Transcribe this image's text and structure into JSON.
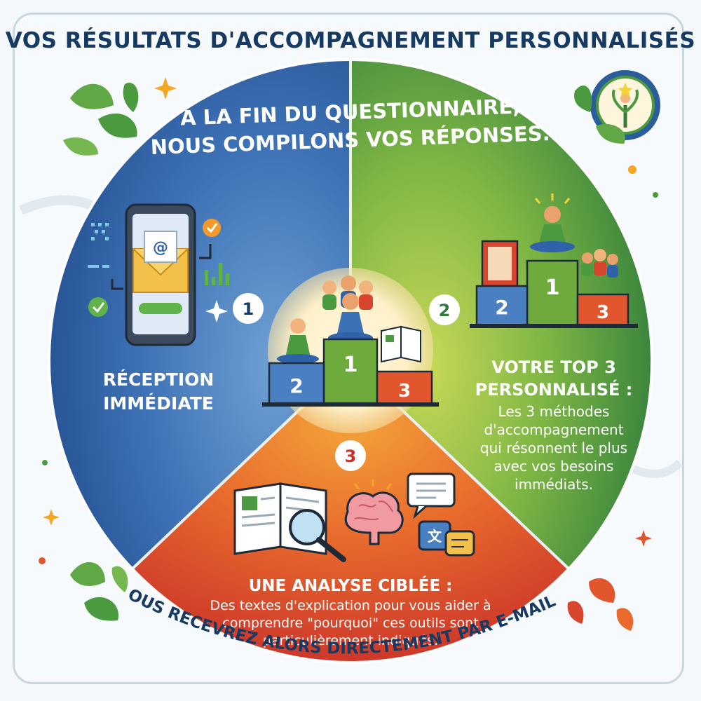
{
  "title": "VOS RÉSULTATS D'ACCOMPAGNEMENT PERSONNALISÉS",
  "intro": [
    "À LA FIN DU QUESTIONNAIRE,",
    "NOUS COMPILONS VOS RÉPONSES."
  ],
  "outro": "VOUS RECEVREZ ALORS DIRECTEMENT PAR E-MAIL :",
  "steps": [
    {
      "number": "1",
      "heading": [
        "RÉCEPTION",
        "IMMÉDIATE"
      ]
    },
    {
      "number": "2",
      "heading": [
        "VOTRE TOP 3",
        "PERSONNALISÉ :"
      ],
      "body": [
        "Les 3 méthodes",
        "d'accompagnement",
        "qui résonnent le plus",
        "avec vos besoins",
        "immédiats."
      ]
    },
    {
      "number": "3",
      "heading": [
        "UNE ANALYSE CIBLÉE :"
      ],
      "body": [
        "Des textes d'explication pour vous aider à",
        "comprendre \"pourquoi\" ces outils sont",
        "particulièrement indiqués."
      ]
    }
  ],
  "podium": {
    "first": "1",
    "second": "2",
    "third": "3"
  },
  "email_icon_symbol": "@",
  "translate_icon_symbol": "文",
  "colors": {
    "blue": "#2f62a8",
    "green": "#4c9a3f",
    "red": "#d8452e",
    "navy": "#173a63"
  },
  "icons": [
    "phone-email-icon",
    "podium-icon",
    "book-magnifier-icon",
    "brain-icon",
    "chat-bubble-icon",
    "translate-icon",
    "seal-tree-icon",
    "leaf-icon",
    "sparkle-icon"
  ]
}
